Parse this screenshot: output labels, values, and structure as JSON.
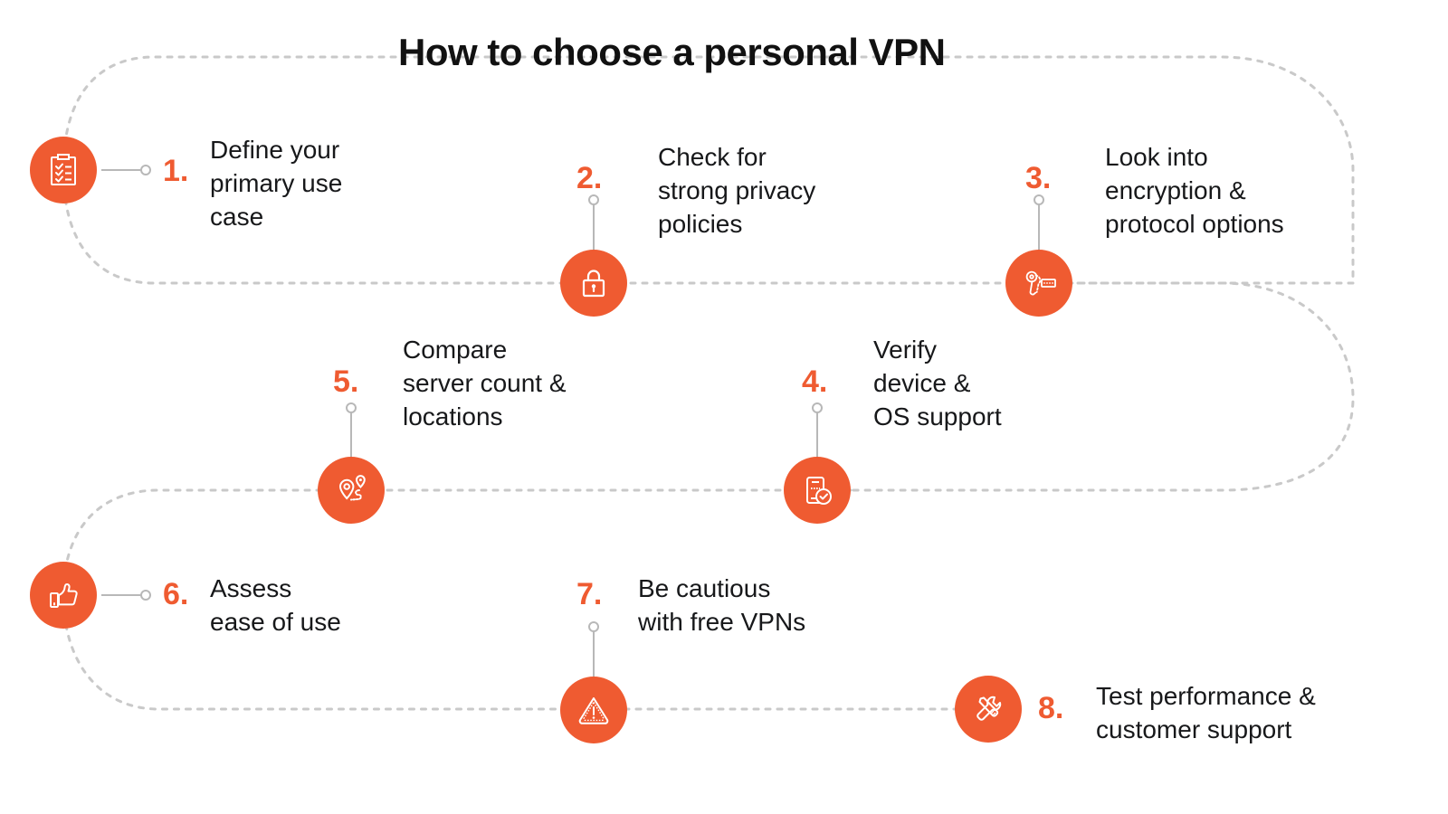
{
  "header": {
    "title": "How to choose a personal VPN"
  },
  "theme": {
    "accent": "#EF5B31",
    "text": "#17181a",
    "path": "#c9c9c9",
    "background": "#ffffff"
  },
  "steps": [
    {
      "number": "1.",
      "label": "Define your\nprimary use\ncase",
      "icon": "clipboard-checklist-icon"
    },
    {
      "number": "2.",
      "label": "Check for\nstrong privacy\npolicies",
      "icon": "padlock-icon"
    },
    {
      "number": "3.",
      "label": "Look into\nencryption &\nprotocol options",
      "icon": "keys-password-icon"
    },
    {
      "number": "4.",
      "label": "Verify\ndevice &\nOS support",
      "icon": "phone-check-icon"
    },
    {
      "number": "5.",
      "label": "Compare\nserver count &\nlocations",
      "icon": "map-pins-route-icon"
    },
    {
      "number": "6.",
      "label": "Assess\nease of use",
      "icon": "thumbs-up-icon"
    },
    {
      "number": "7.",
      "label": "Be cautious\nwith free VPNs",
      "icon": "warning-triangle-icon"
    },
    {
      "number": "8.",
      "label": "Test performance &\ncustomer support",
      "icon": "tools-wrench-screwdriver-icon"
    }
  ]
}
